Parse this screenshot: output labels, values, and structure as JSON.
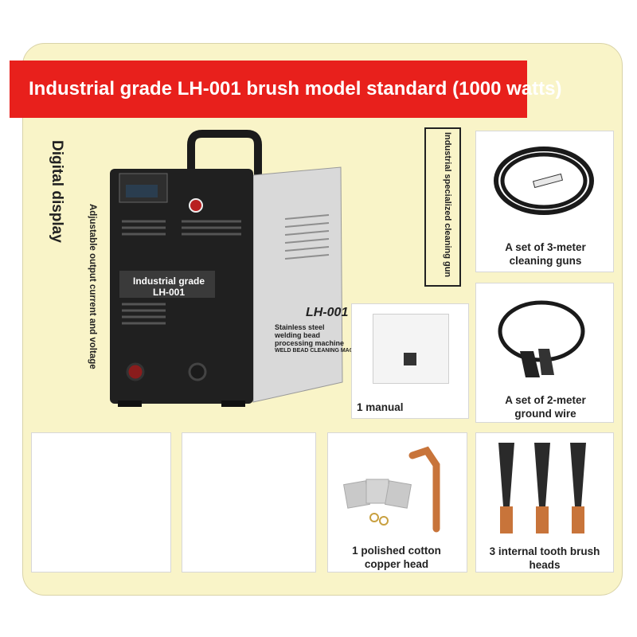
{
  "banner": {
    "title": "Industrial grade LH-001 brush model standard (1000 watts)"
  },
  "side_labels": {
    "digital_display": "Digital display",
    "adjustable": "Adjustable output current and voltage",
    "cleaning_gun_vertical": "Industrial specialized cleaning gun"
  },
  "machine": {
    "front_label_line1": "Industrial grade",
    "front_label_line2": "LH-001",
    "model": "LH-001",
    "desc_line1": "Stainless steel",
    "desc_line2": "welding bead",
    "desc_line3": "processing machine",
    "desc_line4": "WELD BEAD CLEANING MACHINE"
  },
  "items": {
    "guns": {
      "line1": "A set of 3-meter",
      "line2": "cleaning guns"
    },
    "manual": {
      "label": "1 manual"
    },
    "ground": {
      "line1": "A set of 2-meter",
      "line2": "ground wire"
    },
    "copper": {
      "line1": "1 polished cotton",
      "line2": "copper head"
    },
    "brush": {
      "line1": "3 internal tooth brush",
      "line2": "heads"
    }
  },
  "colors": {
    "banner": "#e8201c",
    "panel": "#f9f4c8",
    "copper": "#c8743a"
  }
}
